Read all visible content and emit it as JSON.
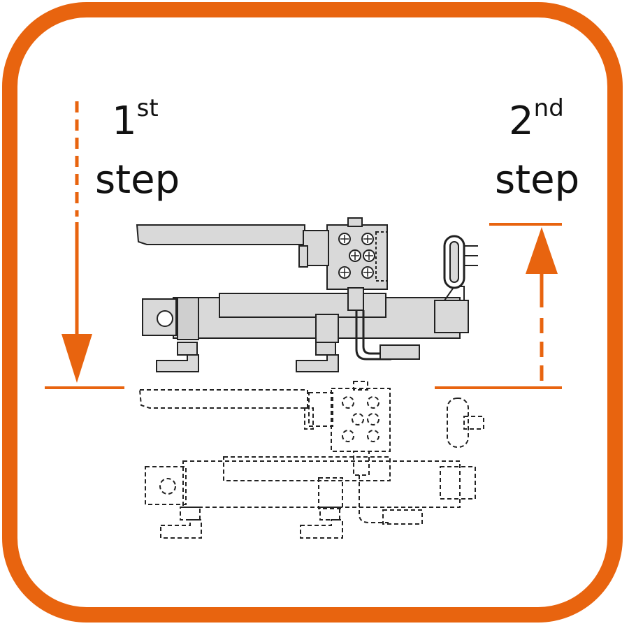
{
  "colors": {
    "accent": "#E8640F",
    "line": "#222222",
    "fill": "#D9D9D9",
    "background": "#FFFFFF"
  },
  "labels": {
    "first": {
      "number": "1",
      "suffix": "st",
      "word": "step"
    },
    "second": {
      "number": "2",
      "suffix": "nd",
      "word": "step"
    }
  },
  "icons": {
    "frame": "rounded-square-frame",
    "arrow_down": "dashed-arrow-down-icon",
    "arrow_up": "dashed-arrow-up-icon",
    "assembly_raised": "lever-cylinder-assembly-solid",
    "assembly_lowered": "lever-cylinder-assembly-dashed"
  }
}
